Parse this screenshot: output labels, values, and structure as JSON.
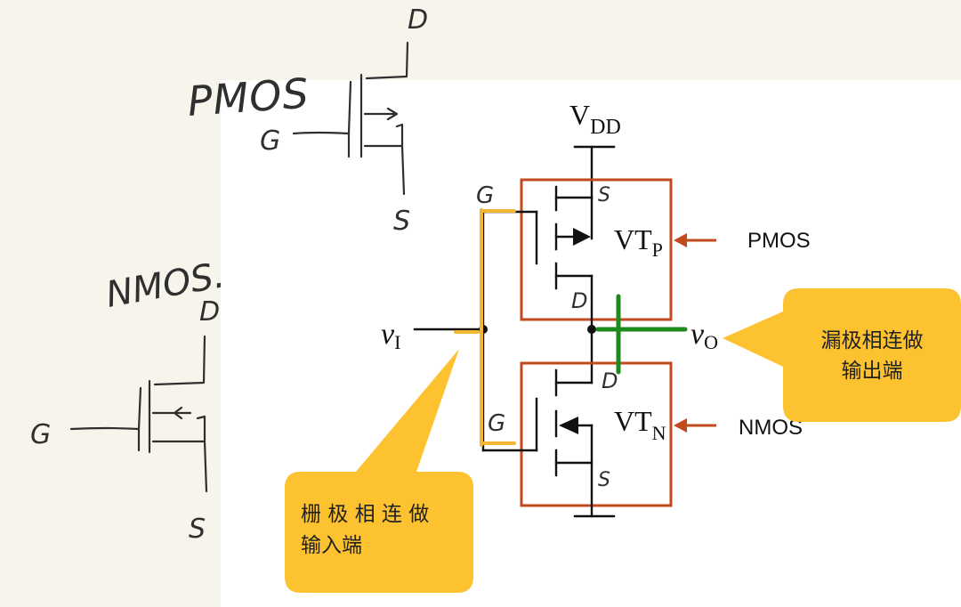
{
  "sketch": {
    "pmos_label": "PMOS",
    "nmos_label": "NMOS.",
    "pmos_pins": {
      "drain": "D",
      "gate": "G",
      "source": "S"
    },
    "nmos_pins": {
      "drain": "D",
      "gate": "G",
      "source": "S"
    }
  },
  "circuit": {
    "vdd": {
      "main": "V",
      "sub": "DD"
    },
    "input": {
      "main": "v",
      "sub": "I"
    },
    "output": {
      "main": "v",
      "sub": "O"
    },
    "top_transistor": {
      "main": "VT",
      "sub": "P",
      "type_label": "PMOS"
    },
    "bottom_transistor": {
      "main": "VT",
      "sub": "N",
      "type_label": "NMOS"
    },
    "annotations": {
      "top_gate": "G",
      "top_source": "S",
      "top_drain": "D",
      "bottom_drain": "D",
      "bottom_gate": "G",
      "bottom_source": "S"
    }
  },
  "callouts": {
    "drain": {
      "line1": "漏极相连做",
      "line2": "输出端"
    },
    "gate": {
      "line1": "栅 极 相 连 做",
      "line2": "输入端"
    }
  },
  "colors": {
    "box": "#c24a1e",
    "arrow": "#c24a1e",
    "bubble": "#fdc22f",
    "gate_highlight": "#f2b632",
    "output_highlight": "#1e8a1e"
  }
}
